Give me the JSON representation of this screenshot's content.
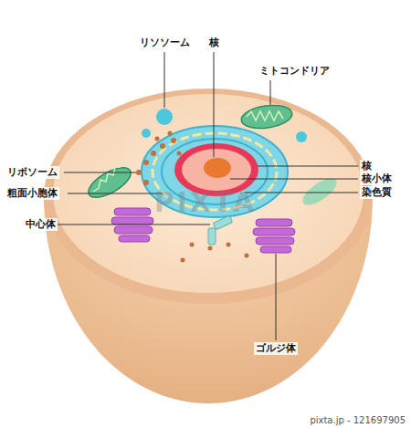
{
  "diagram": {
    "labels": [
      "リソソーム",
      "核",
      "ミトコンドリア",
      "リボソーム",
      "粗面小胞体",
      "中心体",
      "核",
      "核小体",
      "染色質",
      "ゴルジ体",
      "PIXTA",
      "pixta.jp - 121697905"
    ]
  }
}
